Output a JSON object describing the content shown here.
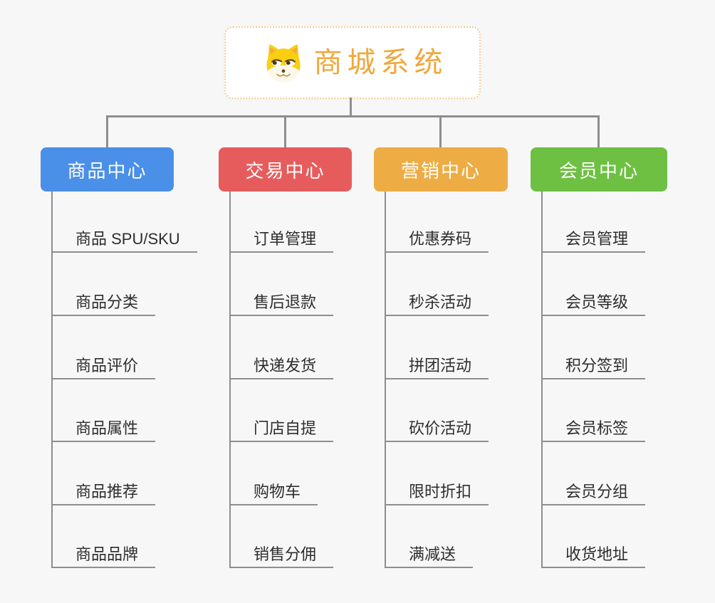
{
  "root": {
    "title": "商城系统",
    "icon": "doge-icon"
  },
  "branches": [
    {
      "label": "商品中心",
      "color": "#4a8fe8",
      "items": [
        "商品 SPU/SKU",
        "商品分类",
        "商品评价",
        "商品属性",
        "商品推荐",
        "商品品牌"
      ]
    },
    {
      "label": "交易中心",
      "color": "#e65c5c",
      "items": [
        "订单管理",
        "售后退款",
        "快递发货",
        "门店自提",
        "购物车",
        "销售分佣"
      ]
    },
    {
      "label": "营销中心",
      "color": "#edac44",
      "items": [
        "优惠券码",
        "秒杀活动",
        "拼团活动",
        "砍价活动",
        "限时折扣",
        "满减送"
      ]
    },
    {
      "label": "会员中心",
      "color": "#6ec043",
      "items": [
        "会员管理",
        "会员等级",
        "积分签到",
        "会员标签",
        "会员分组",
        "收货地址"
      ]
    }
  ],
  "colors": {
    "background": "#f7f7f7",
    "connector": "#8e8e8e",
    "root_title": "#f0a83c",
    "root_border": "#f4cd90",
    "leaf_text": "#2d2d2d",
    "header_text": "#ffffff"
  }
}
